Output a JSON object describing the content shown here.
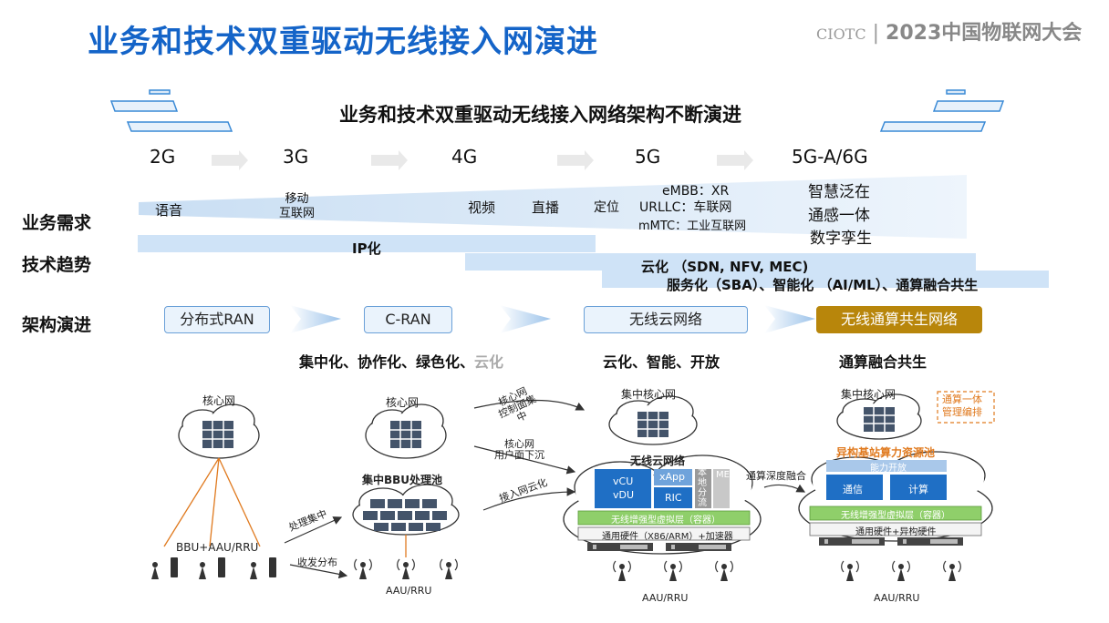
{
  "title": "业务和技术双重驱动无线接入网演进",
  "logo": {
    "mark": "CIOTC",
    "separator": "|",
    "text": "2023中国物联网大会"
  },
  "subtitle": "业务和技术双重驱动无线接入网络架构不断演进",
  "generations": [
    "2G",
    "3G",
    "4G",
    "5G",
    "5G-A/6G"
  ],
  "rows": {
    "demand": "业务需求",
    "tech": "技术趋势",
    "arch": "架构演进"
  },
  "demands": {
    "voice": "语音",
    "mobile_internet": "移动\n互联网",
    "video": "视频",
    "live": "直播",
    "location": "定位",
    "embb": "eMBB：XR",
    "urllc": "URLLC：车联网",
    "mmtc": "mMTC：工业互联网",
    "future1": "智慧泛在",
    "future2": "通感一体",
    "future3": "数字孪生"
  },
  "tech": {
    "ip": "IP化",
    "cloud": "云化 （SDN, NFV, MEC)",
    "service": "服务化（SBA）、智能化 （AI/ML）、通算融合共生"
  },
  "arch": {
    "a1": "分布式RAN",
    "a2": "C-RAN",
    "a3": "无线云网络",
    "a4": "无线通算共生网络",
    "feat1_main": "集中化、协作化、绿色化、",
    "feat1_grey": "云化",
    "feat2": "云化、智能、开放",
    "feat3": "通算融合共生"
  },
  "diagrams": {
    "core": "核心网",
    "bbu_aau": "BBU+AAU/RRU",
    "process_central": "处理集中",
    "rx_tx_dist": "收发分布",
    "core2": "核心网",
    "bbu_pool": "集中BBU处理池",
    "aau_rru": "AAU/RRU",
    "core_ctrl": "核心网\n控制面集\n中",
    "core_user": "核心网\n用户面下沉",
    "access_cloud": "接入网云化",
    "central_core": "集中核心网",
    "wireless_cloud": "无线云网络",
    "vcu": "vCU",
    "vdu": "vDU",
    "xapp": "xApp",
    "ric": "RIC",
    "local_offload": "本地分流",
    "mec": "MEC",
    "virtual_layer": "无线增强型虚拟层（容器）",
    "general_hw": "通用硬件（X86/ARM）+加速器",
    "deep_fusion": "通算深度融合",
    "central_core2": "集中核心网",
    "hetero_pool": "异构基站算力资源池",
    "capability_open": "能力开放",
    "comm": "通信",
    "compute": "计算",
    "virtual_layer2": "无线增强型虚拟层（容器）",
    "general_hw2": "通用硬件+异构硬件",
    "mgmt": "通算一体\n管理编排",
    "aau_rru2": "AAU/RRU",
    "aau_rru3": "AAU/RRU"
  },
  "colors": {
    "title": "#1464c8",
    "band": "#cfe3f7",
    "gold": "#b8860b",
    "blueblock": "#1f6fc5",
    "green": "#8fcf6a",
    "orange": "#e07a1f"
  }
}
